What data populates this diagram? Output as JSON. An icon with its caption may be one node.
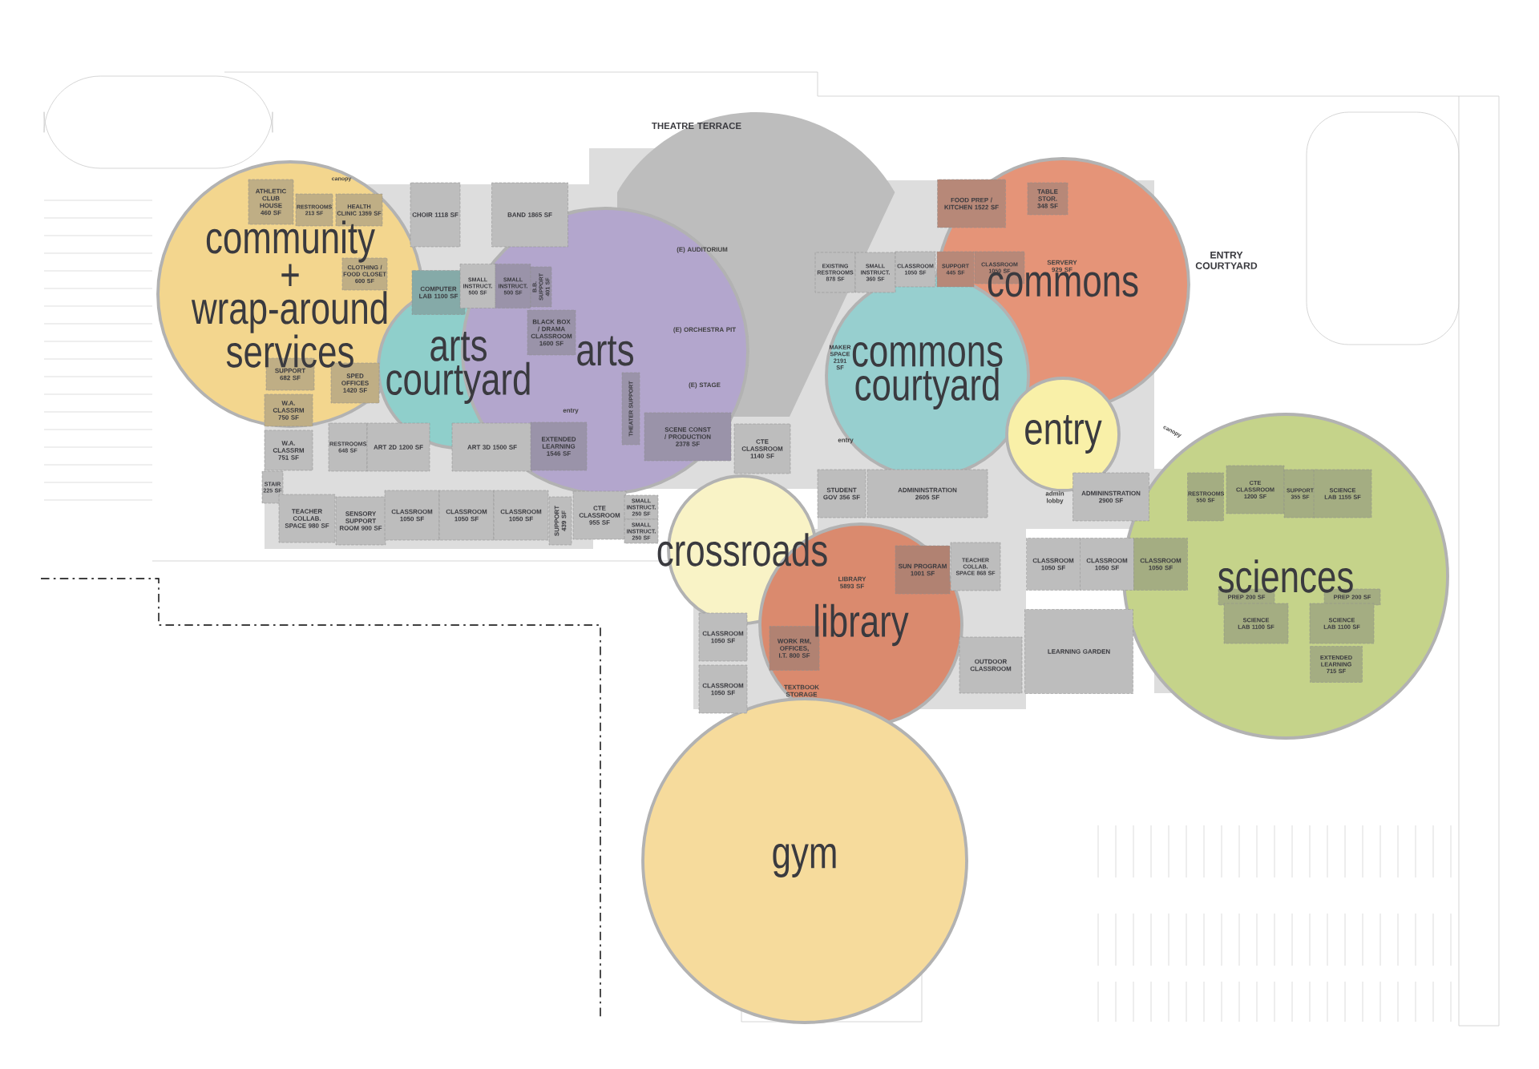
{
  "diagram": {
    "nodes": [
      {
        "text": [
          "community + wrap-around services"
        ]
      },
      {
        "text": [
          "arts courtyard"
        ]
      },
      {
        "text": [
          "arts"
        ]
      },
      {
        "text": [
          "commons"
        ]
      },
      {
        "text": [
          "commons courtyard"
        ]
      },
      {
        "text": [
          "entry"
        ]
      },
      {
        "text": [
          "crossroads"
        ]
      },
      {
        "text": [
          "library"
        ]
      },
      {
        "text": [
          "sciences"
        ]
      },
      {
        "text": [
          "gym"
        ]
      }
    ],
    "labels": [
      "THEATRE TERRACE",
      "canopy",
      "ATHLETIC CLUB HOUSE 460 SF",
      "RESTROOMS 213 SF",
      "HEALTH CLINIC 1359 SF",
      "CHOIR 1118 SF",
      "BAND 1865 SF",
      "CLOTHING / FOOD CLOSET 600 SF",
      "COMPUTER LAB 1100 SF",
      "SMALL INSTRUCT. 500 SF",
      "SMALL INSTRUCT. 500 SF",
      "B.B. SUPPORT 401 SF",
      "BLACK BOX / DRAMA CLASSROOM 1600 SF",
      "SUPPORT 682 SF",
      "SPED OFFICES 1420 SF",
      "W.A. CLASSRM 750 SF",
      "THEATER SUPPORT",
      "entry",
      "W.A. CLASSRM 751 SF",
      "RESTROOMS 648 SF",
      "ART 2D 1200 SF",
      "ART 3D 1500 SF",
      "EXTENDED LEARNING 1546 SF",
      "STAIR 225 SF",
      "TEACHER COLLAB. SPACE 980 SF",
      "SENSORY SUPPORT ROOM 900 SF",
      "CLASSROOM 1050 SF",
      "CLASSROOM 1050 SF",
      "CLASSROOM 1050 SF",
      "SUPPORT 439 SF",
      "CTE CLASSROOM 955 SF",
      "SMALL INSTRUCT. 250 SF",
      "SMALL INSTRUCT. 250 SF",
      "(E) AUDITORIUM",
      "(E) ORCHESTRA PIT",
      "(E) STAGE",
      "SCENE CONST / PRODUCTION 2378 SF",
      "CTE CLASSROOM 1140 SF",
      "FOOD PREP / KITCHEN 1522 SF",
      "TABLE STOR. 348 SF",
      "EXISTING RESTROOMS 878 SF",
      "SMALL INSTRUCT. 360 SF",
      "CLASSROOM 1050 SF",
      "SUPPORT 445 SF",
      "CLASSROOM 1050 SF",
      "SERVERY 929 SF",
      "ENTRY COURTYARD",
      "MAKER SPACE 2191 SF",
      "entry",
      "STUDENT GOV 356 SF",
      "ADMININSTRATION 2605 SF",
      "admin lobby",
      "ADMININSTRATION 2900 SF",
      "canopy",
      "RESTROOMS 550 SF",
      "CTE CLASSROOM 1200 SF",
      "SUPPORT 355 SF",
      "SCIENCE LAB 1155 SF",
      "SUN PROGRAM 1001 SF",
      "TEACHER COLLAB. SPACE 868 SF",
      "CLASSROOM 1050 SF",
      "CLASSROOM 1050 SF",
      "CLASSROOM 1050 SF",
      "PREP 200 SF",
      "PREP 200 SF",
      "SCIENCE LAB 1100 SF",
      "SCIENCE LAB 1100 SF",
      "LIBRARY 5893 SF",
      "CLASSROOM 1050 SF",
      "CLASSROOM 1050 SF",
      "WORK RM, OFFICES, I.T. 800 SF",
      "TEXTBOOK STORAGE",
      "OUTDOOR CLASSROOM",
      "LEARNING GARDEN",
      "EXTENDED LEARNING 715 SF"
    ]
  }
}
